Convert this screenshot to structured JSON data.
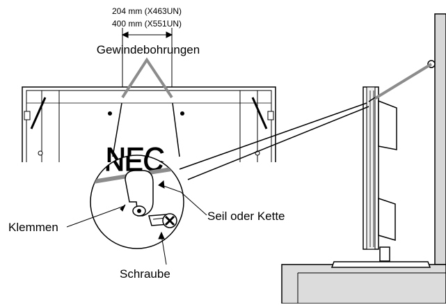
{
  "labels": {
    "dim_x463": "204 mm (X463UN)",
    "dim_x551": "400 mm (X551UN)",
    "gewinde": "Gewindebohrungen",
    "seil": "Seil oder Kette",
    "klemmen": "Klemmen",
    "schraube": "Schraube",
    "logo": "NEC"
  },
  "colors": {
    "line": "#000000",
    "rope": "#8c8c8c",
    "wall": "#d7d7d7",
    "floor": "#dcdcdc"
  }
}
